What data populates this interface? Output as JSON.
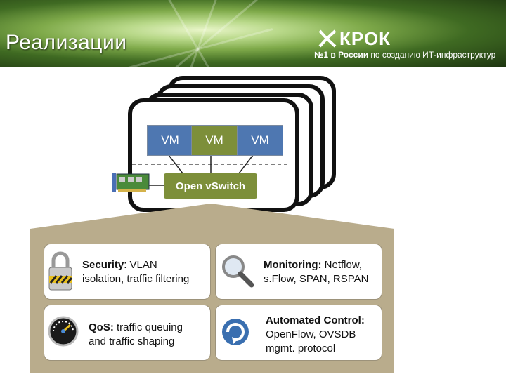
{
  "header": {
    "title": "Реализации",
    "logo_name": "КРОК",
    "logo_tag_bold": "№1 в России",
    "logo_tag_rest": " по созданию ИТ-инфраструктур"
  },
  "diagram": {
    "vms": [
      "VM",
      "VM",
      "VM"
    ],
    "switch_label": "Open vSwitch"
  },
  "features": {
    "security": {
      "title": "Security",
      "text_line1": ": VLAN",
      "text_line2": "isolation, traffic filtering"
    },
    "monitoring": {
      "title": "Monitoring:",
      "text_line1": " Netflow,",
      "text_line2": "s.Flow, SPAN, RSPAN"
    },
    "qos": {
      "title": "QoS:",
      "text_line1": " traffic queuing",
      "text_line2": "and traffic shaping"
    },
    "automated": {
      "title": "Automated Control:",
      "text_line2": "OpenFlow, OVSDB",
      "text_line3": "mgmt. protocol"
    }
  },
  "colors": {
    "vm_blue": "#4e77b1",
    "vm_green": "#7d8f3a",
    "panel": "#b9ac8c"
  }
}
